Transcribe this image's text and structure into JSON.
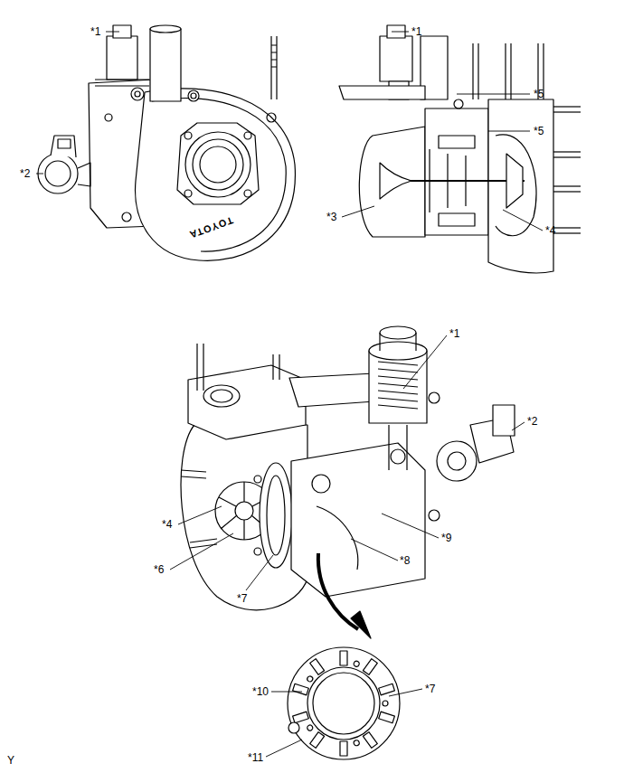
{
  "diagram": {
    "labels": [
      "*1",
      "*2",
      "TOYOTA",
      "*1",
      "*5",
      "*5",
      "*3",
      "*4",
      "*1",
      "*2",
      "*4",
      "*9",
      "*6",
      "*7",
      "*8",
      "*10",
      "*7",
      "*11",
      "Y"
    ]
  }
}
